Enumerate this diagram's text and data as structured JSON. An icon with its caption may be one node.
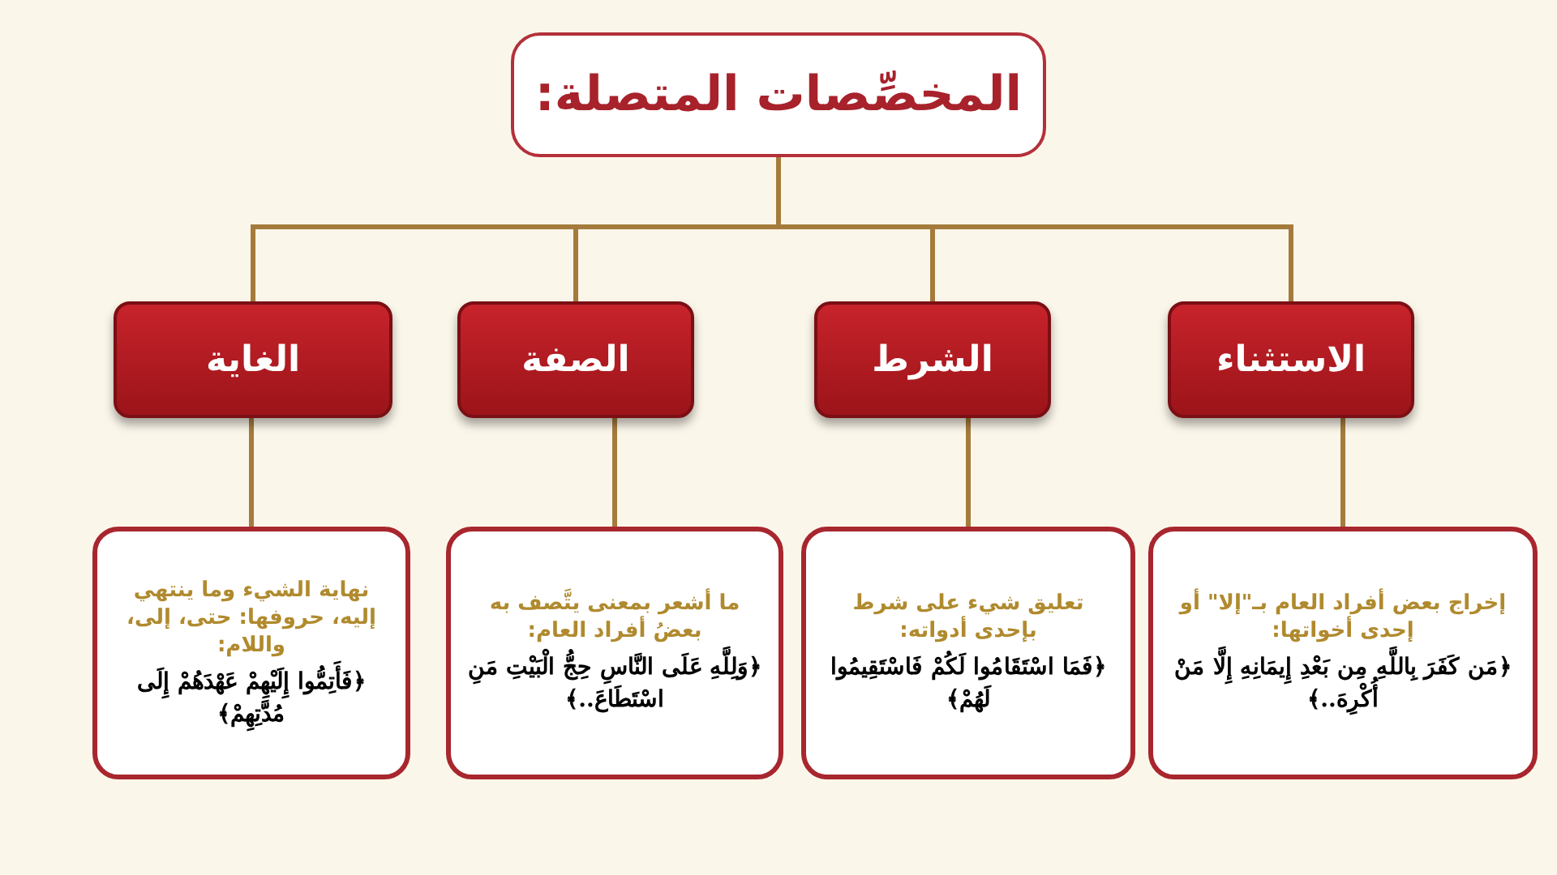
{
  "diagram": {
    "nodes": [
      {
        "text": [
          "المخصِّصات المتصلة:"
        ]
      },
      {
        "text": [
          "الاستثناء"
        ]
      },
      {
        "text": [
          "الشرط"
        ]
      },
      {
        "text": [
          "الصفة"
        ]
      },
      {
        "text": [
          "الغاية"
        ]
      },
      {
        "text": [
          "إخراج بعض أفراد العام بـ\"إلا\" أو إحدى أخواتها:",
          "﴿مَن كَفَرَ بِاللَّهِ مِن بَعْدِ إِيمَانِهِ إِلَّا مَنْ أُكْرِهَ..﴾"
        ]
      },
      {
        "text": [
          "تعليق شيء على شرط بإحدى أدواته:",
          "﴿فَمَا اسْتَقَامُوا لَكُمْ فَاسْتَقِيمُوا لَهُمْ﴾"
        ]
      },
      {
        "text": [
          "ما أشعر بمعنى يتَّصف به بعضُ أفراد العام:",
          "﴿وَلِلَّهِ عَلَى النَّاسِ حِجُّ الْبَيْتِ مَنِ اسْتَطَاعَ..﴾"
        ]
      },
      {
        "text": [
          "نهاية الشيء وما ينتهي إليه، حروفها: حتى، إلى، واللام:",
          "﴿فَأَتِمُّوا إِلَيْهِمْ عَهْدَهُمْ إِلَى مُدَّتِهِمْ﴾"
        ]
      }
    ],
    "edges": [
      {
        "from": 0,
        "to": 1,
        "arrow": "none"
      },
      {
        "from": 0,
        "to": 2,
        "arrow": "none"
      },
      {
        "from": 0,
        "to": 3,
        "arrow": "none"
      },
      {
        "from": 0,
        "to": 4,
        "arrow": "none"
      },
      {
        "from": 1,
        "to": 5,
        "arrow": "none"
      },
      {
        "from": 2,
        "to": 6,
        "arrow": "none"
      },
      {
        "from": 3,
        "to": 7,
        "arrow": "none"
      },
      {
        "from": 4,
        "to": 8,
        "arrow": "none"
      }
    ]
  }
}
